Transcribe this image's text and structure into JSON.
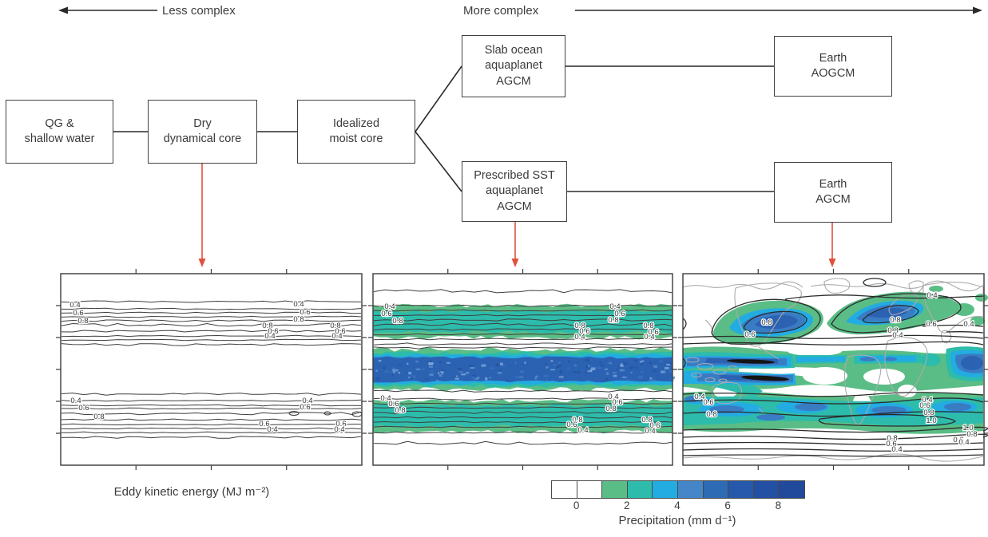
{
  "legend_arrows": {
    "less": "Less complex",
    "more": "More complex"
  },
  "flowchart": {
    "boxes": [
      {
        "id": "qg-shallow-water",
        "lines": [
          "QG &",
          "shallow water"
        ]
      },
      {
        "id": "dry-dynamical-core",
        "lines": [
          "Dry",
          "dynamical core"
        ]
      },
      {
        "id": "idealized-moist-core",
        "lines": [
          "Idealized",
          "moist core"
        ]
      },
      {
        "id": "slab-ocean-aquaplanet-agcm",
        "lines": [
          "Slab ocean",
          "aquaplanet",
          "AGCM"
        ]
      },
      {
        "id": "prescribed-sst-aquaplanet-agcm",
        "lines": [
          "Prescribed SST",
          "aquaplanet",
          "AGCM"
        ]
      },
      {
        "id": "earth-aogcm",
        "lines": [
          "Earth",
          "AOGCM"
        ]
      },
      {
        "id": "earth-agcm",
        "lines": [
          "Earth",
          "AGCM"
        ]
      }
    ]
  },
  "panels": {
    "left": {
      "title": "dry-dynamical-core-output",
      "xlabel": "Eddy kinetic energy (MJ m⁻²)",
      "contour_levels": [
        "0.4",
        "0.6",
        "0.8"
      ],
      "contour_labels": [
        [
          18,
          42,
          "0.4"
        ],
        [
          22,
          52,
          "0.6"
        ],
        [
          28,
          62,
          "0.8"
        ],
        [
          298,
          41,
          "0.4"
        ],
        [
          306,
          51,
          "0.6"
        ],
        [
          298,
          60,
          "0.8"
        ],
        [
          259,
          68,
          "0.8"
        ],
        [
          266,
          75,
          "0.6"
        ],
        [
          262,
          81,
          "0.4"
        ],
        [
          344,
          68,
          "0.8"
        ],
        [
          350,
          75,
          "0.6"
        ],
        [
          346,
          81,
          "0.4"
        ],
        [
          19,
          162,
          "0.4"
        ],
        [
          29,
          171,
          "0.6"
        ],
        [
          48,
          182,
          "0.8"
        ],
        [
          309,
          162,
          "0.4"
        ],
        [
          306,
          170,
          "0.6"
        ],
        [
          255,
          191,
          "0.6"
        ],
        [
          265,
          198,
          "0.4"
        ],
        [
          351,
          191,
          "0.6"
        ],
        [
          349,
          198,
          "0.4"
        ]
      ]
    },
    "middle": {
      "title": "prescribed-sst-aquaplanet-agcm-output",
      "contour_levels": [
        "0.4",
        "0.6",
        "0.8"
      ],
      "contour_labels": [
        [
          21,
          44,
          "0.4"
        ],
        [
          17,
          53,
          "0.6"
        ],
        [
          31,
          62,
          "0.8"
        ],
        [
          303,
          44,
          "0.4"
        ],
        [
          309,
          53,
          "0.6"
        ],
        [
          301,
          61,
          "0.8"
        ],
        [
          259,
          68,
          "0.8"
        ],
        [
          265,
          75,
          "0.6"
        ],
        [
          259,
          82,
          "0.4"
        ],
        [
          345,
          68,
          "0.8"
        ],
        [
          351,
          76,
          "0.6"
        ],
        [
          346,
          82,
          "0.4"
        ],
        [
          16,
          159,
          "0.4"
        ],
        [
          26,
          166,
          "0.6"
        ],
        [
          34,
          174,
          "0.8"
        ],
        [
          301,
          157,
          "0.4"
        ],
        [
          306,
          164,
          "0.6"
        ],
        [
          298,
          172,
          "0.8"
        ],
        [
          256,
          186,
          "0.8"
        ],
        [
          249,
          192,
          "0.6"
        ],
        [
          263,
          199,
          "0.4"
        ],
        [
          343,
          186,
          "0.8"
        ],
        [
          353,
          193,
          "0.6"
        ],
        [
          347,
          200,
          "0.4"
        ]
      ]
    },
    "right": {
      "title": "earth-agcm-output",
      "contour_levels": [
        "0.4",
        "0.6",
        "0.8",
        "1.0"
      ],
      "contour_labels": [
        [
          105,
          64,
          "0.8"
        ],
        [
          84,
          79,
          "0.6"
        ],
        [
          312,
          30,
          "0.4"
        ],
        [
          266,
          61,
          "0.8"
        ],
        [
          311,
          66,
          "0.6"
        ],
        [
          358,
          66,
          "0.4"
        ],
        [
          263,
          74,
          "0.8"
        ],
        [
          269,
          80,
          "0.4"
        ],
        [
          21,
          157,
          "0.4"
        ],
        [
          32,
          164,
          "0.6"
        ],
        [
          36,
          179,
          "0.8"
        ],
        [
          306,
          161,
          "0.4"
        ],
        [
          303,
          168,
          "0.6"
        ],
        [
          308,
          177,
          "0.8"
        ],
        [
          311,
          187,
          "1.0"
        ],
        [
          357,
          196,
          "1.0"
        ],
        [
          362,
          204,
          "0.8"
        ],
        [
          262,
          209,
          "0.8"
        ],
        [
          261,
          216,
          "0.6"
        ],
        [
          268,
          223,
          "0.4"
        ],
        [
          345,
          211,
          "0.6"
        ],
        [
          352,
          214,
          "0.4"
        ]
      ]
    }
  },
  "colorbar": {
    "label": "Precipitation (mm d⁻¹)",
    "tick_labels": [
      "0",
      "2",
      "4",
      "6",
      "8"
    ],
    "colors": [
      "#ffffff",
      "#ffffff",
      "#5bbd86",
      "#2dbcab",
      "#22ace2",
      "#4486c8",
      "#2d6bb5",
      "#2659ab",
      "#2450a3",
      "#21499c"
    ]
  },
  "colors": {
    "accent_red": "#e0513c",
    "line_black": "#2a2a2a",
    "contour": "#3e3e3e",
    "coastline": "#ababab",
    "green": "#5bbd86",
    "teal": "#2dbcab",
    "cyan": "#22ace2",
    "blue": "#3a7cc4",
    "dark_blue": "#2b62b2",
    "deep_blue": "#21499c",
    "black_precip": "#141414"
  }
}
